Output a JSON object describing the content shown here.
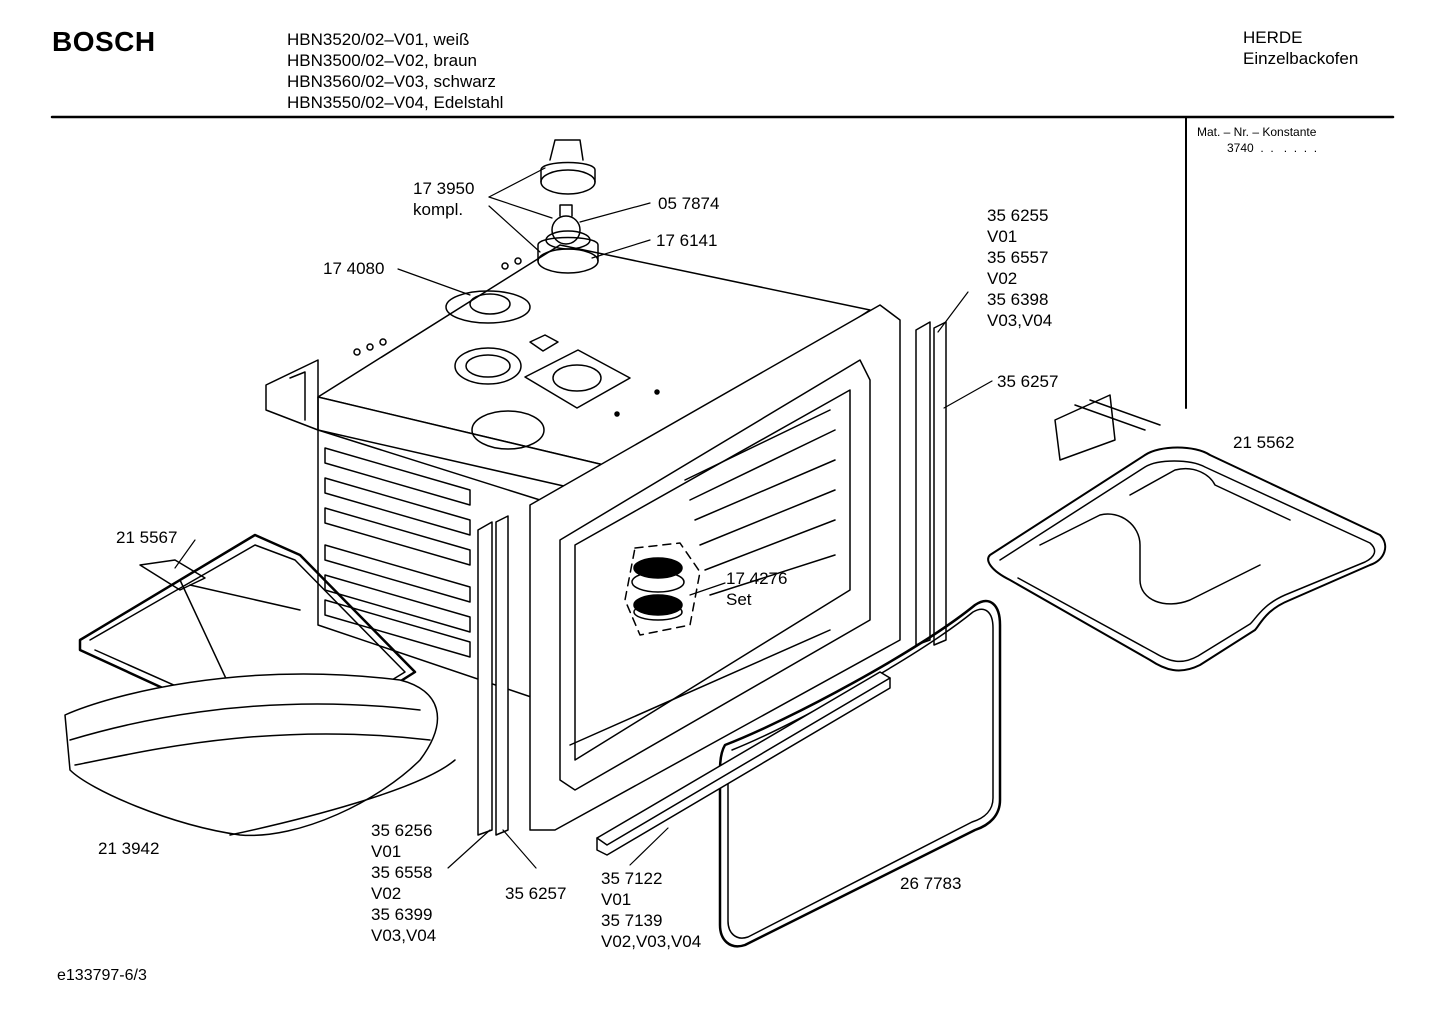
{
  "header": {
    "brand": "BOSCH",
    "models": [
      "HBN3520/02–V01, weiß",
      "HBN3500/02–V02, braun",
      "HBN3560/02–V03, schwarz",
      "HBN3550/02–V04, Edelstahl"
    ],
    "category": "HERDE",
    "subcategory": "Einzelbackofen",
    "mat_label": "Mat. – Nr. – Konstante",
    "mat_value": "3740"
  },
  "parts": {
    "p173950": [
      "17 3950",
      "kompl."
    ],
    "p057874": "05 7874",
    "p176141": "17 6141",
    "p174080": "17 4080",
    "p356255": [
      "35 6255",
      "V01",
      "35 6557",
      "V02",
      "35 6398",
      "V03,V04"
    ],
    "p356257_top": "35 6257",
    "p215562": "21 5562",
    "p215567": "21 5567",
    "p174276": [
      "17 4276",
      "Set"
    ],
    "p213942": "21 3942",
    "p356256": [
      "35 6256",
      "V01",
      "35 6558",
      "V02",
      "35 6399",
      "V03,V04"
    ],
    "p356257_bottom": "35 6257",
    "p357122": [
      "35 7122",
      "V01",
      "35 7139",
      "V02,V03,V04"
    ],
    "p267783": "26 7783"
  },
  "footer": {
    "doc_id": "e133797-6/3"
  }
}
